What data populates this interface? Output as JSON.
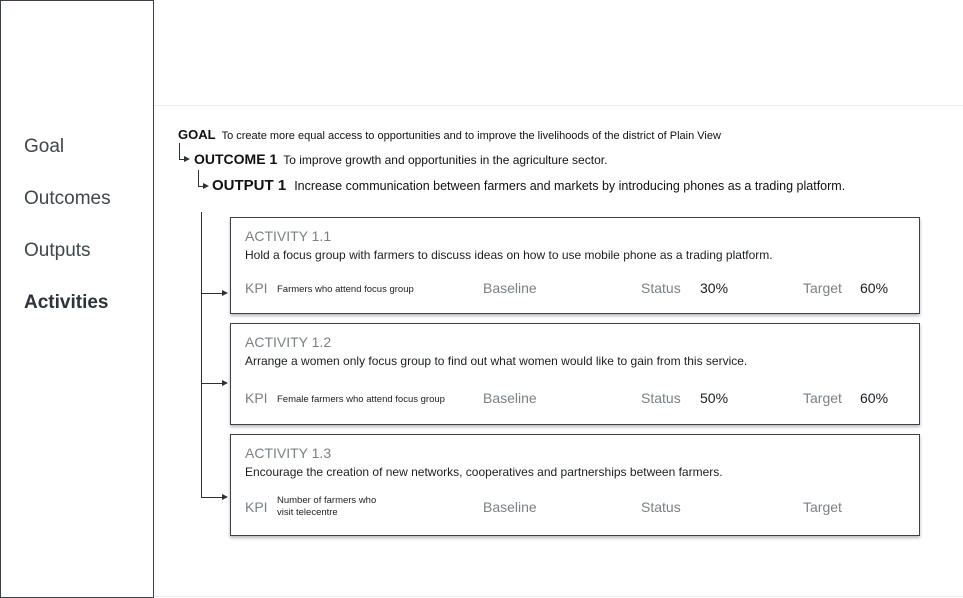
{
  "sidebar": {
    "items": [
      {
        "label": "Goal"
      },
      {
        "label": "Outcomes"
      },
      {
        "label": "Outputs"
      },
      {
        "label": "Activities"
      }
    ]
  },
  "goal": {
    "key": "GOAL",
    "text": "To create more equal access to opportunities and to improve the livelihoods of the district of Plain View"
  },
  "outcome": {
    "key": "OUTCOME 1",
    "text": "To improve growth and opportunities in the agriculture sector."
  },
  "output": {
    "key": "OUTPUT 1",
    "text": "Increase communication between farmers and markets by introducing phones as a trading platform."
  },
  "labels": {
    "kpi": "KPI",
    "baseline": "Baseline",
    "status": "Status",
    "target": "Target"
  },
  "activities": [
    {
      "title": "ACTIVITY 1.1",
      "description": "Hold a focus group with farmers to discuss ideas on how to use mobile phone as a trading platform.",
      "kpi_line1": "Farmers who attend focus group",
      "kpi_line2": "",
      "status": "30%",
      "target": "60%"
    },
    {
      "title": "ACTIVITY 1.2",
      "description": "Arrange a women only focus group to find out what women would like to gain from this service.",
      "kpi_line1": "Female farmers who attend focus group",
      "kpi_line2": "",
      "status": "50%",
      "target": "60%"
    },
    {
      "title": "ACTIVITY 1.3",
      "description": "Encourage the creation of new networks, cooperatives and partnerships between farmers.",
      "kpi_line1": "Number of farmers who",
      "kpi_line2": "visit telecentre",
      "status": "",
      "target": ""
    }
  ]
}
